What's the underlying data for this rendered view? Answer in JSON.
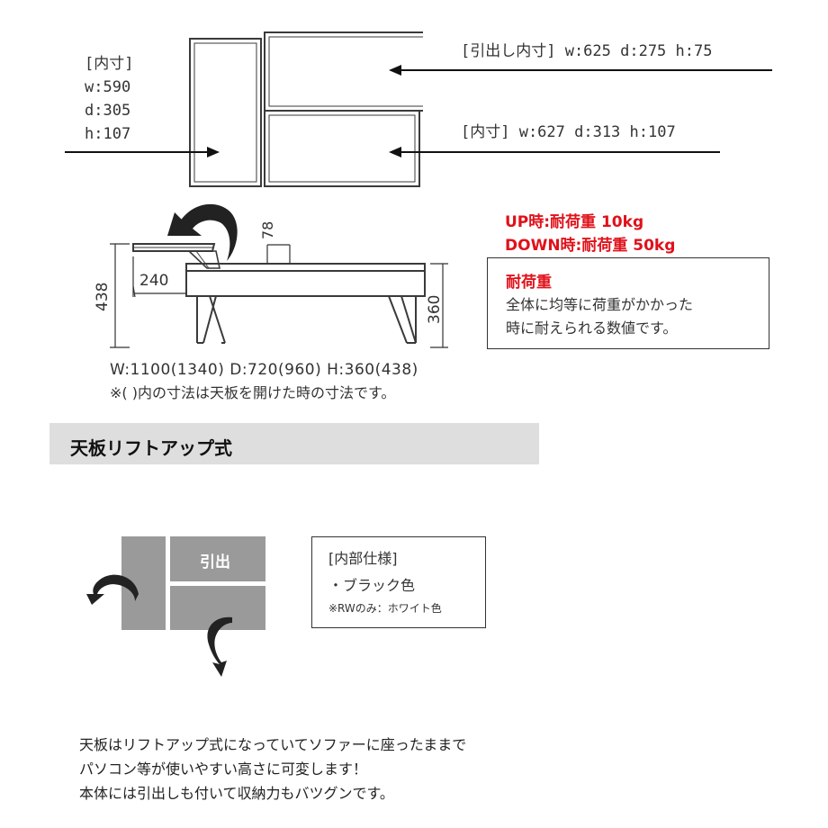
{
  "drawer_top": {
    "drawer_inner": "[引出し内寸] w:625 d:275 h:75",
    "inner_right": "[内寸] w:627 d:313 h:107",
    "inner_left_title": "[内寸]",
    "inner_left_w": "w:590",
    "inner_left_d": "d:305",
    "inner_left_h": "h:107"
  },
  "side_view": {
    "dim_78": "78",
    "dim_240": "240",
    "dim_438": "438",
    "dim_360": "360",
    "overall": "W:1100(1340) D:720(960) H:360(438)",
    "note": "※( )内の寸法は天板を開けた時の寸法です。"
  },
  "load": {
    "up": "UP時:耐荷重 10kg",
    "down": "DOWN時:耐荷重 50kg",
    "box_title": "耐荷重",
    "box_line1": "全体に均等に荷重がかかった",
    "box_line2": "時に耐えられる数値です。"
  },
  "section": {
    "title": "天板リフトアップ式"
  },
  "liftup_diagram": {
    "drawer_label": "引出"
  },
  "inner_spec": {
    "title": "[内部仕様]",
    "line1": "・ブラック色",
    "line2": "※RWのみ：ホワイト色"
  },
  "description": {
    "line1": "天板はリフトアップ式になっていてソファーに座ったままで",
    "line2": "パソコン等が使いやすい高さに可変します！",
    "line3": "本体には引出しも付いて収納力もバツグンです。"
  },
  "colors": {
    "line": "#222222",
    "red": "#e0111a",
    "gray_block": "#9a9a9a",
    "section_bg": "#dedede"
  }
}
